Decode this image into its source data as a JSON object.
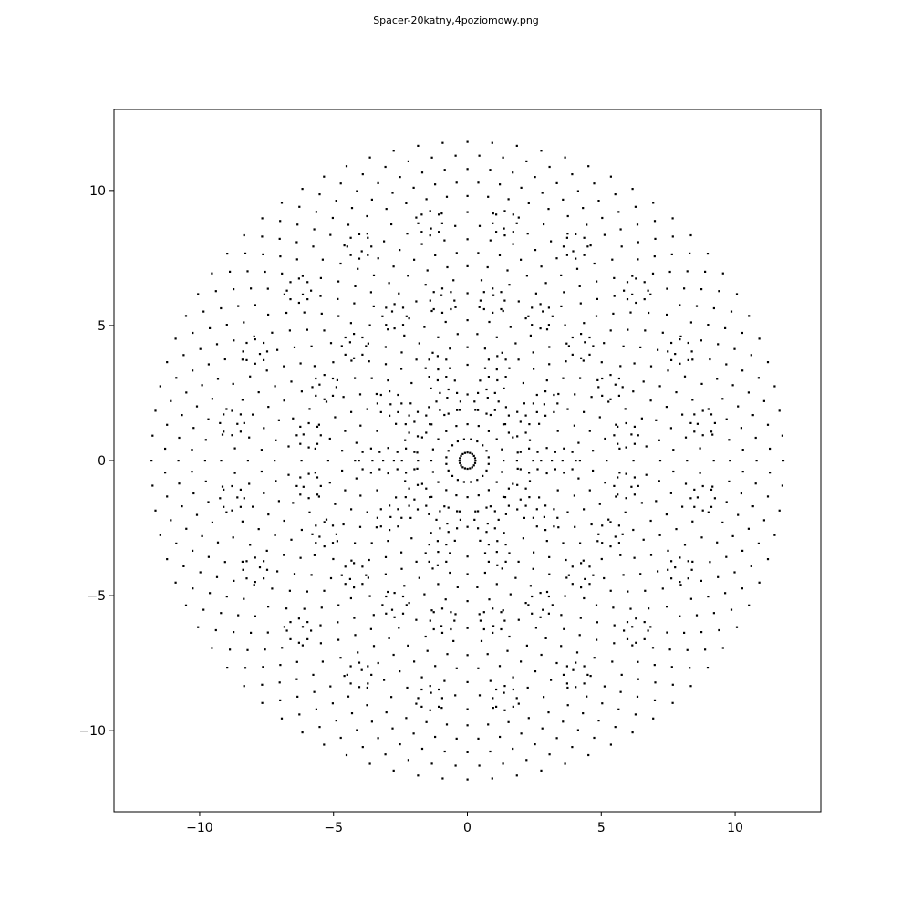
{
  "chart_data": {
    "type": "scatter",
    "title": "Spacer-20katny,4poziomowy.png",
    "xlabel": "",
    "ylabel": "",
    "xlim": [
      -13.2,
      13.2
    ],
    "ylim": [
      -13.0,
      13.0
    ],
    "xticks": [
      -10,
      -5,
      0,
      5,
      10
    ],
    "yticks": [
      -10,
      -5,
      0,
      5,
      10
    ],
    "xtick_labels": [
      "−10",
      "−5",
      "0",
      "5",
      "10"
    ],
    "ytick_labels": [
      "−10",
      "−5",
      "0",
      "5",
      "10"
    ],
    "grid": false,
    "legend": "none",
    "marker_color": "#000000",
    "series": [
      {
        "description_of_pattern": "",
        "symmetry_order": 20,
        "levels": 4,
        "max_radius": 12
      }
    ]
  }
}
